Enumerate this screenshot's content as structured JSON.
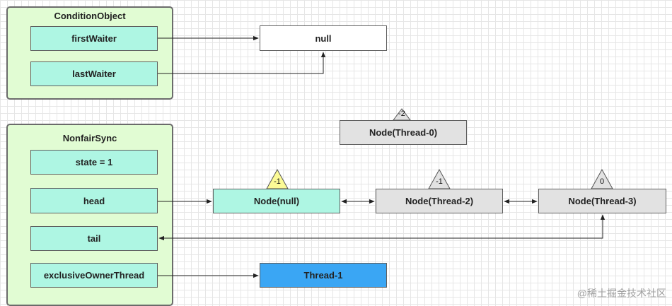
{
  "condition_object": {
    "title": "ConditionObject",
    "first_waiter": "firstWaiter",
    "last_waiter": "lastWaiter"
  },
  "null_box": {
    "label": "null"
  },
  "nonfair_sync": {
    "title": "NonfairSync",
    "state": "state = 1",
    "head": "head",
    "tail": "tail",
    "exclusive_owner_thread": "exclusiveOwnerThread"
  },
  "nodes": {
    "thread0": {
      "label": "Node(Thread-0)",
      "wait_status": "-2"
    },
    "null_node": {
      "label": "Node(null)",
      "wait_status": "-1"
    },
    "thread2": {
      "label": "Node(Thread-2)",
      "wait_status": "-1"
    },
    "thread3": {
      "label": "Node(Thread-3)",
      "wait_status": "0"
    }
  },
  "owner_thread": {
    "label": "Thread-1"
  },
  "watermark": "@稀土掘金技术社区",
  "colors": {
    "container_fill": "#e1fcd3",
    "field_fill": "#aef6e3",
    "node_gray": "#e2e2e2",
    "thread_blue": "#3aa6f4",
    "triangle_gray": "#e2e2e2",
    "triangle_yellow": "#fbfa96"
  }
}
